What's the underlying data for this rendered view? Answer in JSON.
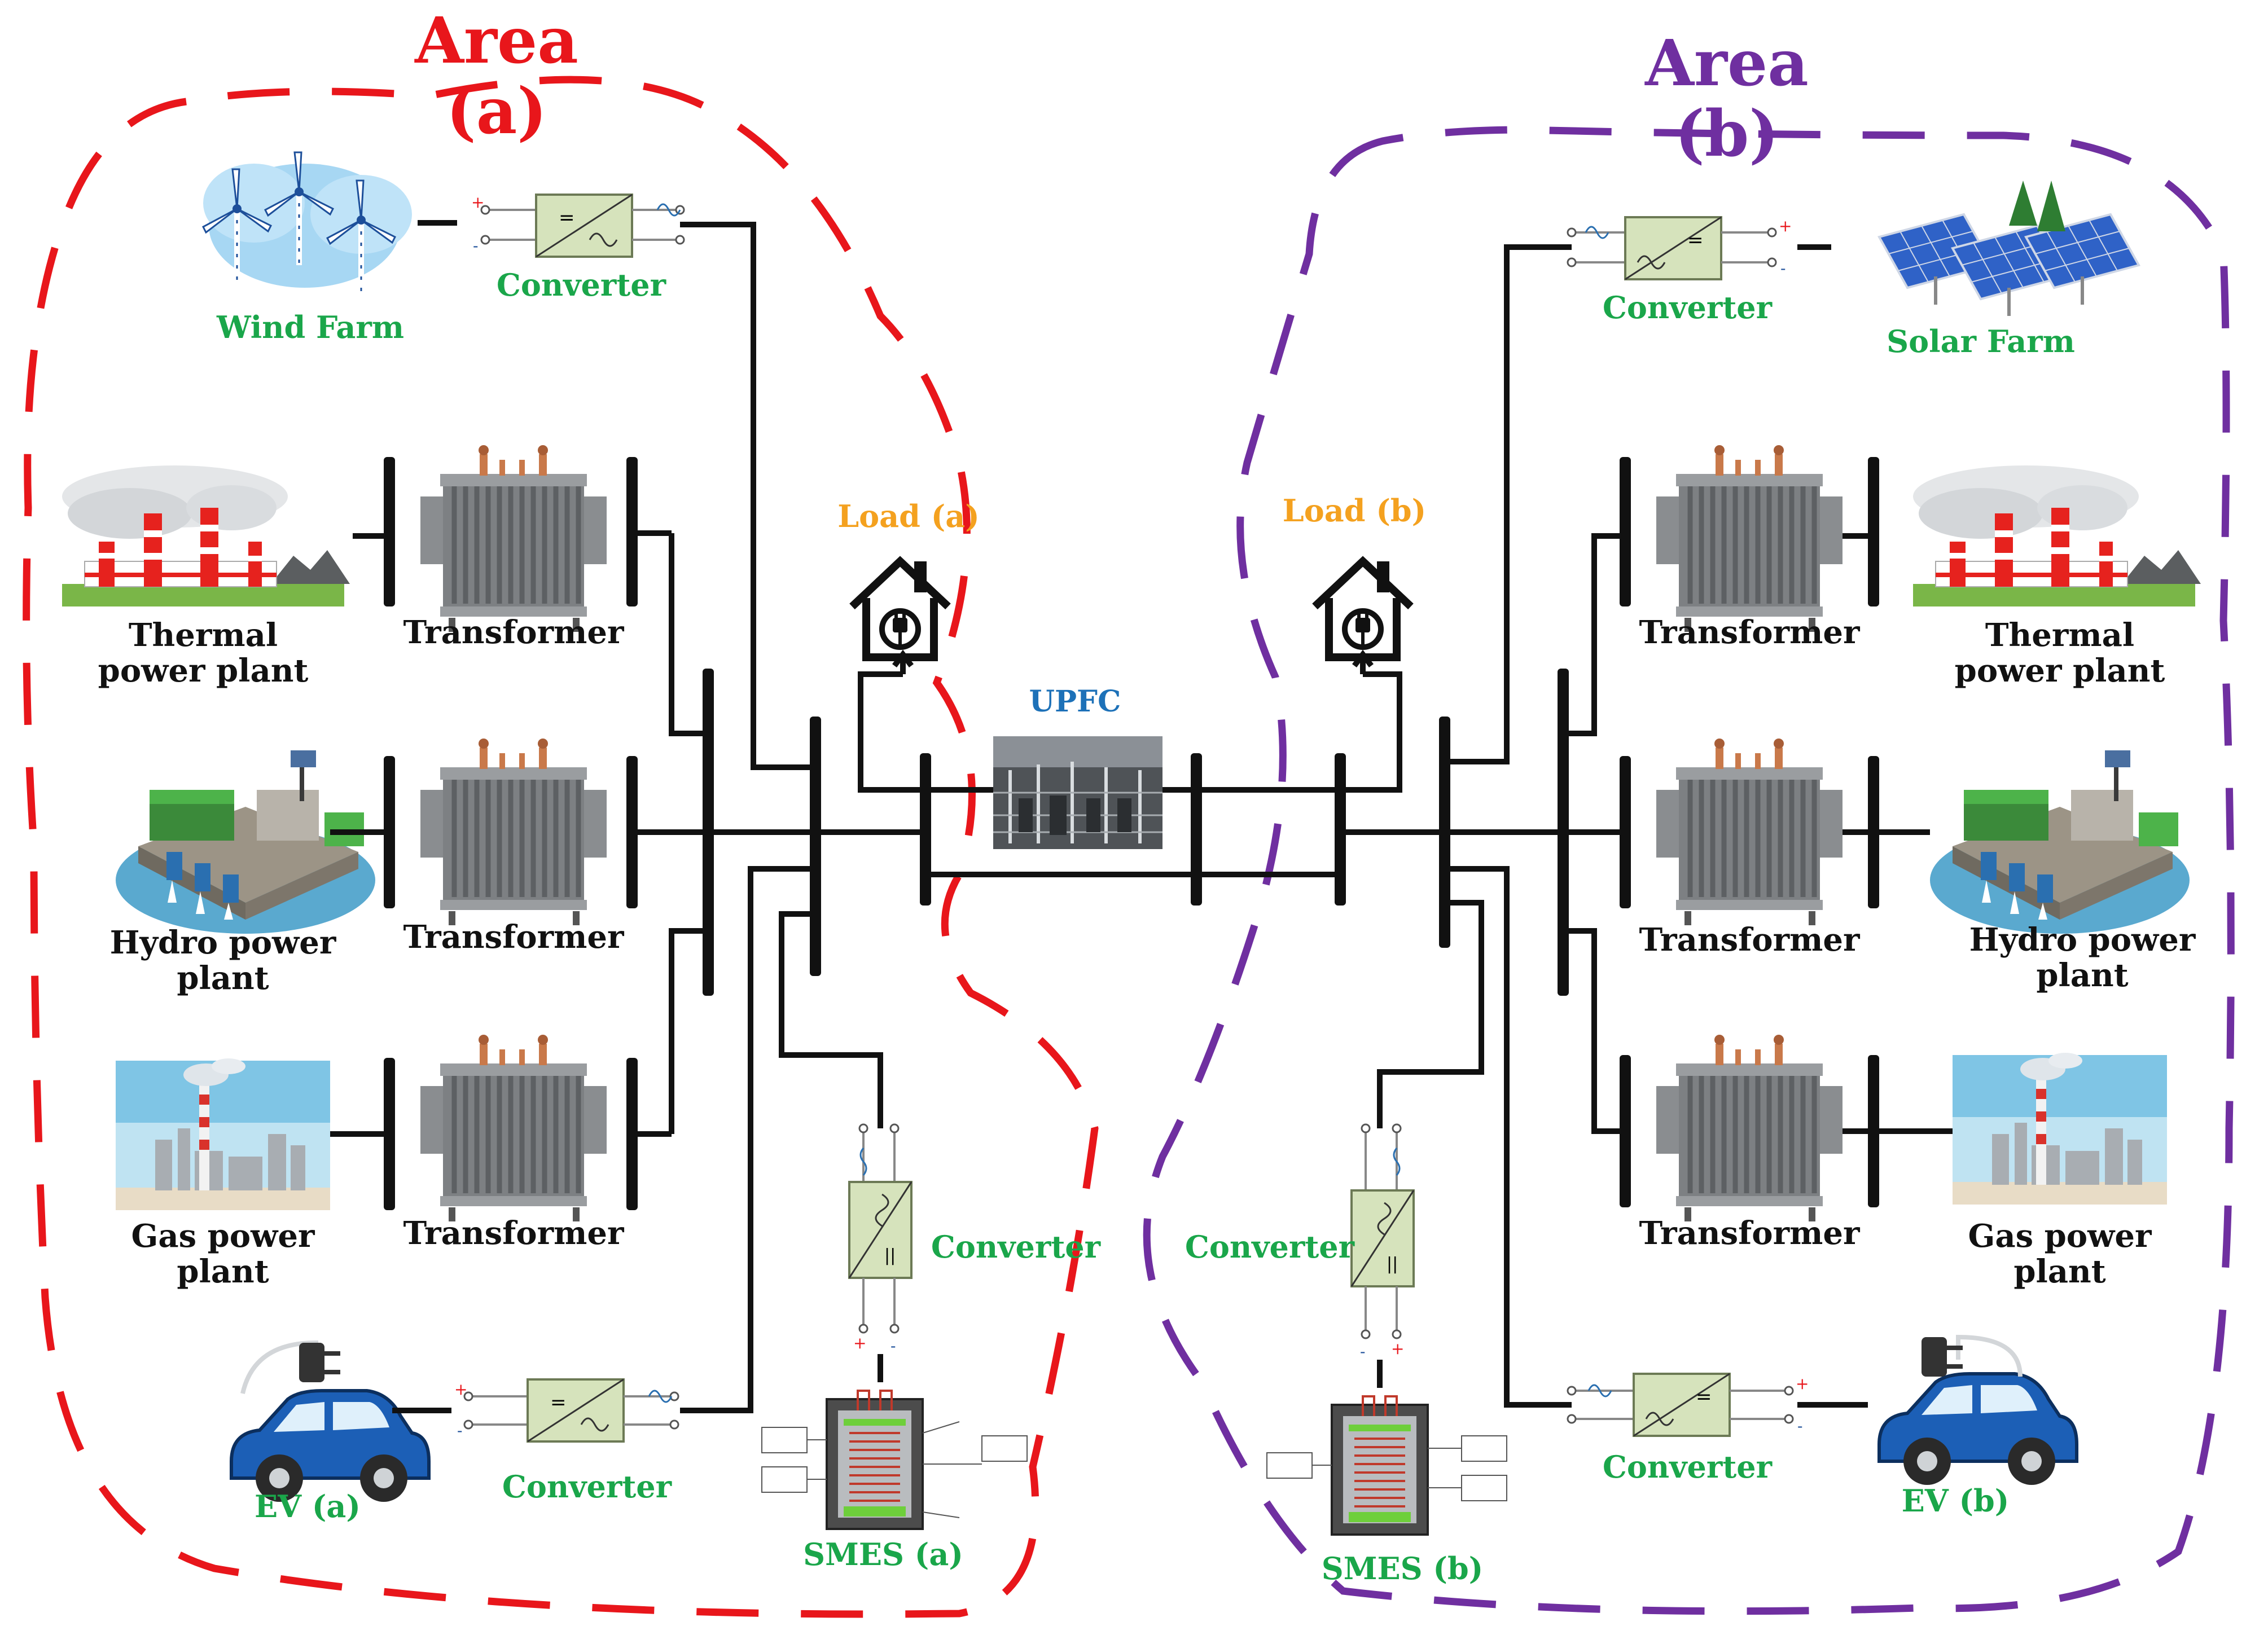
{
  "colors": {
    "area_a": "#e8161b",
    "area_b": "#6f2fa0",
    "component_label": "#1aa64a",
    "load_label": "#f4a11f",
    "upfc_label": "#1d71b8",
    "converter_fill": "#d6e3bc",
    "transformer_body": "#8b8e91",
    "bus_bar": "#111111"
  },
  "areas": {
    "a": "Area (a)",
    "b": "Area (b)"
  },
  "area_a": {
    "wind_farm": "Wind Farm",
    "wind_converter": "Converter",
    "thermal": "Thermal\npower plant",
    "hydro": "Hydro power\nplant",
    "gas": "Gas power\nplant",
    "ev": "EV (a)",
    "ev_converter": "Converter",
    "smes": "SMES (a)",
    "smes_converter": "Converter",
    "load": "Load (a)",
    "transformers": [
      "Transformer",
      "Transformer",
      "Transformer"
    ]
  },
  "area_b": {
    "solar_farm": "Solar Farm",
    "solar_converter": "Converter",
    "thermal": "Thermal\npower plant",
    "hydro": "Hydro power\nplant",
    "gas": "Gas power\nplant",
    "ev": "EV (b)",
    "ev_converter": "Converter",
    "smes": "SMES (b)",
    "smes_converter": "Converter",
    "load": "Load (b)",
    "transformers": [
      "Transformer",
      "Transformer",
      "Transformer"
    ]
  },
  "upfc": "UPFC",
  "icons": [
    "wind-farm-icon",
    "solar-farm-icon",
    "thermal-plant-icon",
    "hydro-plant-icon",
    "gas-plant-icon",
    "ev-car-icon",
    "transformer-icon",
    "converter-icon",
    "smes-coil-icon",
    "load-house-icon",
    "upfc-icon"
  ]
}
